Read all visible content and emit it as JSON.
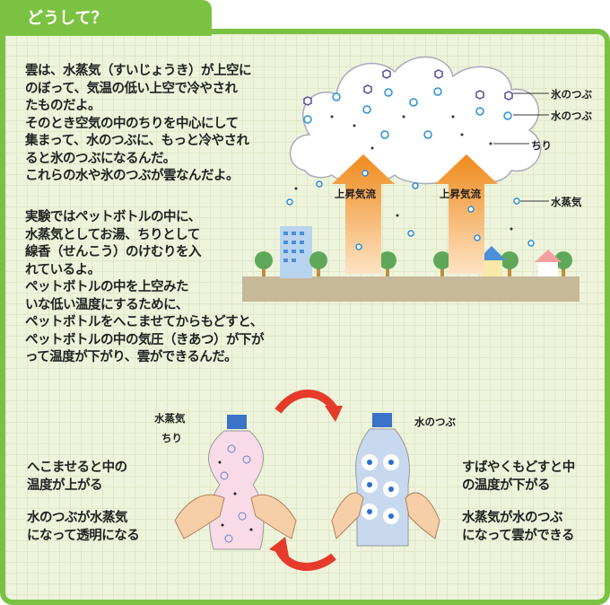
{
  "header": {
    "title": "どうして？"
  },
  "intro": "雲は、水蒸気（すいじょうき）が上空に\nのぼって、気温の低い上空で冷やされ\nたものだよ。\nそのとき空気の中のちりを中心にして\n集まって、水のつぶに、もっと冷やされ\nると氷のつぶになるんだ。\nこれらの水や氷のつぶが雲なんだよ。",
  "experiment": "実験ではペットボトルの中に、\n水蒸気としてお湯、ちりとして\n線香（せんこう）のけむりを入\nれているよ。\nペットボトルの中を上空みた\nいな低い温度にするために、\nペットボトルをへこませてからもどすと、\nペットボトルの中の気圧（きあつ）が下が\nって温度が下がり、雲ができるんだ。",
  "cloud_labels": {
    "ice": "氷のつぶ",
    "water": "水のつぶ",
    "dust": "ちり",
    "vapor": "水蒸気",
    "updraft": "上昇気流"
  },
  "bottle_left": {
    "vapor": "水蒸気",
    "dust": "ちり",
    "text1": "へこませると中の\n温度が上がる",
    "text2": "水のつぶが水蒸気\nになって透明になる"
  },
  "bottle_right": {
    "water": "水のつぶ",
    "text1": "すばやくもどすと中\nの温度が下がる",
    "text2": "水蒸気が水のつぶ\nになって雲ができる"
  }
}
